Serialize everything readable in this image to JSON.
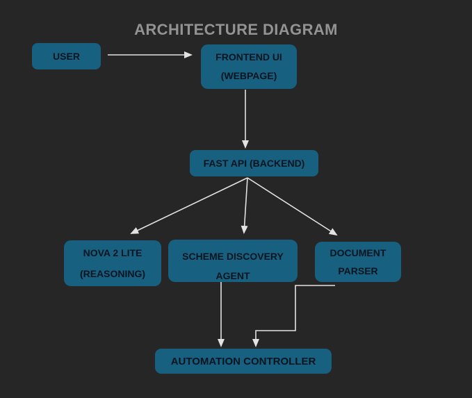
{
  "title": "ARCHITECTURE DIAGRAM",
  "colors": {
    "background": "#262626",
    "node_fill": "#17607f",
    "node_text": "#081520",
    "title_text": "#939393",
    "arrow": "#e3e3e3"
  },
  "nodes": {
    "user": {
      "label": "USER"
    },
    "frontend": {
      "line1": "FRONTEND UI",
      "line2": "(WEBPAGE)"
    },
    "fastapi": {
      "label": "FAST API (BACKEND)"
    },
    "nova": {
      "line1": "NOVA 2 LITE",
      "line2": "(REASONING)"
    },
    "scheme": {
      "line1": "SCHEME DISCOVERY",
      "line2": "AGENT"
    },
    "parser": {
      "line1": "DOCUMENT",
      "line2": "PARSER"
    },
    "automation": {
      "label": "AUTOMATION CONTROLLER"
    }
  },
  "edges": [
    {
      "from": "user",
      "to": "frontend",
      "style": "straight-arrow"
    },
    {
      "from": "frontend",
      "to": "fastapi",
      "style": "straight-arrow"
    },
    {
      "from": "fastapi",
      "to": "nova",
      "style": "straight-arrow"
    },
    {
      "from": "fastapi",
      "to": "scheme",
      "style": "straight-arrow"
    },
    {
      "from": "fastapi",
      "to": "parser",
      "style": "straight-arrow"
    },
    {
      "from": "scheme",
      "to": "automation",
      "style": "straight-arrow"
    },
    {
      "from": "parser",
      "to": "automation",
      "style": "elbow-arrow"
    }
  ]
}
